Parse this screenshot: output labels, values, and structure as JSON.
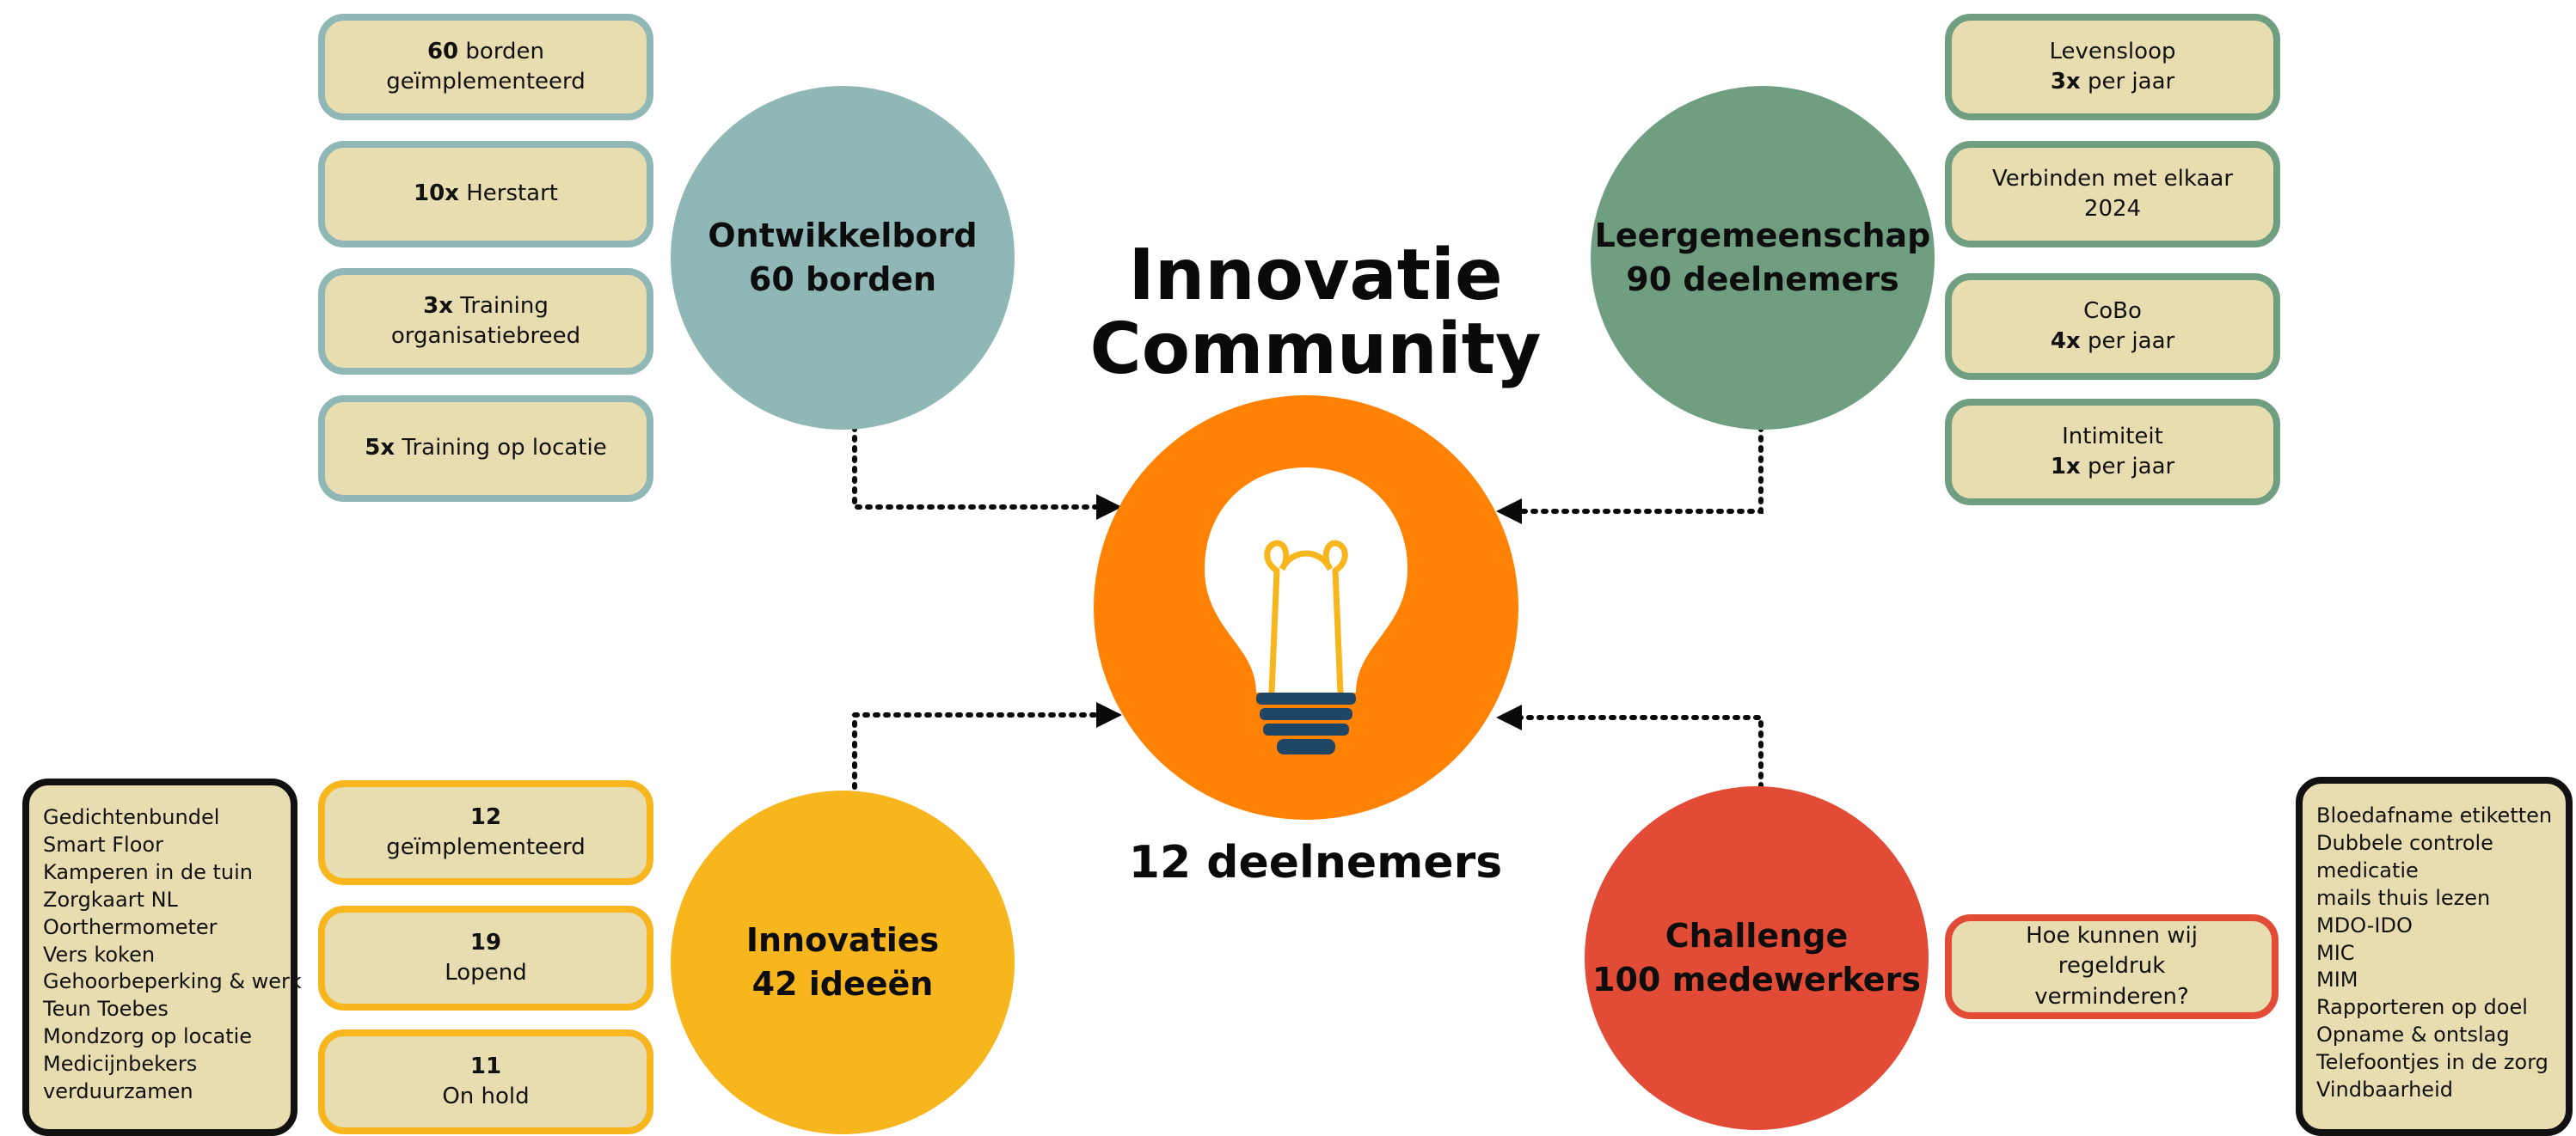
{
  "title": {
    "line1": "Innovatie",
    "line2": "Community"
  },
  "center_caption": "12 deelnemers",
  "colors": {
    "teal": "#8fb7b6",
    "green": "#6f9f80",
    "orange": "#ff8205",
    "yellow": "#f7b51e",
    "red": "#e24b35",
    "box_fill": "#e8ddb0"
  },
  "ontwikkelbord": {
    "title": "Ontwikkelbord",
    "subtitle": "60 borden",
    "items": [
      {
        "bold": "60",
        "text": " borden geïmplementeerd"
      },
      {
        "bold": "10x",
        "text": " Herstart"
      },
      {
        "bold": "3x",
        "text": " Training organisatiebreed"
      },
      {
        "bold": "5x",
        "text": " Training op locatie"
      }
    ]
  },
  "leergemeenschap": {
    "title": "Leergemeenschap",
    "subtitle": "90 deelnemers",
    "items": [
      {
        "line1": "Levensloop",
        "bold": "3x",
        "line2": " per jaar"
      },
      {
        "line1": "Verbinden met elkaar",
        "bold": "",
        "line2": "2024"
      },
      {
        "line1": "CoBo",
        "bold": "4x",
        "line2": " per jaar"
      },
      {
        "line1": "Intimiteit",
        "bold": "1x",
        "line2": " per jaar"
      }
    ]
  },
  "innovaties": {
    "title": "Innovaties",
    "subtitle": "42 ideeën",
    "stats": [
      {
        "number": "12",
        "label": "geïmplementeerd"
      },
      {
        "number": "19",
        "label": "Lopend"
      },
      {
        "number": "11",
        "label": "On hold"
      }
    ],
    "list": [
      "Gedichtenbundel",
      "Smart Floor",
      "Kamperen in de tuin",
      "Zorgkaart NL",
      "Oorthermometer",
      "Vers koken",
      "Gehoorbeperking & werk",
      "Teun Toebes",
      "Mondzorg op locatie",
      "Medicijnbekers",
      "verduurzamen"
    ]
  },
  "challenge": {
    "title": "Challenge",
    "subtitle": "100 medewerkers",
    "question": "Hoe kunnen wij regeldruk verminderen?",
    "list": [
      "Bloedafname etiketten",
      "Dubbele controle",
      "medicatie",
      "mails thuis lezen",
      "MDO-IDO",
      "MIC",
      "MIM",
      "Rapporteren op doel",
      "Opname & ontslag",
      "Telefoontjes in de zorg",
      "Vindbaarheid"
    ]
  },
  "icons": {
    "center": "lightbulb-icon"
  }
}
